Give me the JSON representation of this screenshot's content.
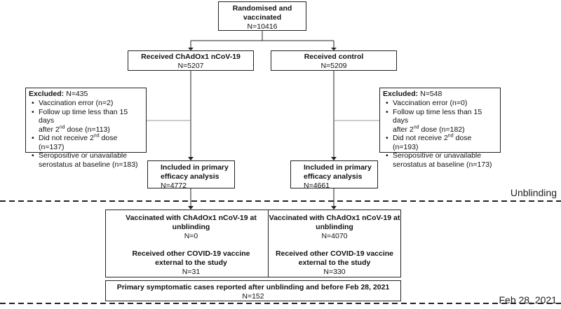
{
  "top_box": {
    "line1": "Randomised and",
    "line2": "vaccinated",
    "count": "N=10416"
  },
  "arm_left": {
    "title": "Received ChAdOx1 nCoV-19",
    "count": "N=5207"
  },
  "arm_right": {
    "title": "Received control",
    "count": "N=5209"
  },
  "excl_left": {
    "label": "Excluded:",
    "count": " N=435",
    "items": [
      {
        "text": "Vaccination error (n=2)"
      },
      {
        "text_a": "Follow up time less than 15 days",
        "text_b": "after 2",
        "sup": "nd",
        "text_c": " dose (n=113)"
      },
      {
        "text_a": "Did not receive 2",
        "sup": "nd",
        "text_c": " dose (n=137)"
      },
      {
        "text_a": "Seropositive or unavailable",
        "text_b": "serostatus at baseline (n=183)"
      }
    ]
  },
  "excl_right": {
    "label": "Excluded:",
    "count": " N=548",
    "items": [
      {
        "text": "Vaccination error (n=0)"
      },
      {
        "text_a": "Follow up time less than 15 days",
        "text_b": "after 2",
        "sup": "nd",
        "text_c": " dose (n=182)"
      },
      {
        "text_a": "Did not receive 2",
        "sup": "nd",
        "text_c": " dose (n=193)"
      },
      {
        "text_a": "Seropositive or unavailable",
        "text_b": "serostatus at baseline (n=173)"
      }
    ]
  },
  "primary_left": {
    "line1": "Included in primary",
    "line2": "efficacy analysis",
    "count": "N=4772"
  },
  "primary_right": {
    "line1": "Included in primary",
    "line2": "efficacy analysis",
    "count": "N=4661"
  },
  "unblinding_label": "Unblinding",
  "unblind_left": {
    "vacc_line1": "Vaccinated with ChAdOx1 nCoV-19 at",
    "vacc_line2": "unblinding",
    "vacc_count": "N=0",
    "other_line1": "Received other COVID-19 vaccine",
    "other_line2": "external to the study",
    "other_count": "N=31"
  },
  "unblind_right": {
    "vacc_line1": "Vaccinated with ChAdOx1 nCoV-19 at",
    "vacc_line2": "unblinding",
    "vacc_count": "N=4070",
    "other_line1": "Received other COVID-19 vaccine",
    "other_line2": "external to the study",
    "other_count": "N=330"
  },
  "cases_box": {
    "title": "Primary symptomatic cases reported after unblinding and before Feb 28, 2021",
    "count": "N=152"
  },
  "feb_label": "Feb 28, 2021"
}
